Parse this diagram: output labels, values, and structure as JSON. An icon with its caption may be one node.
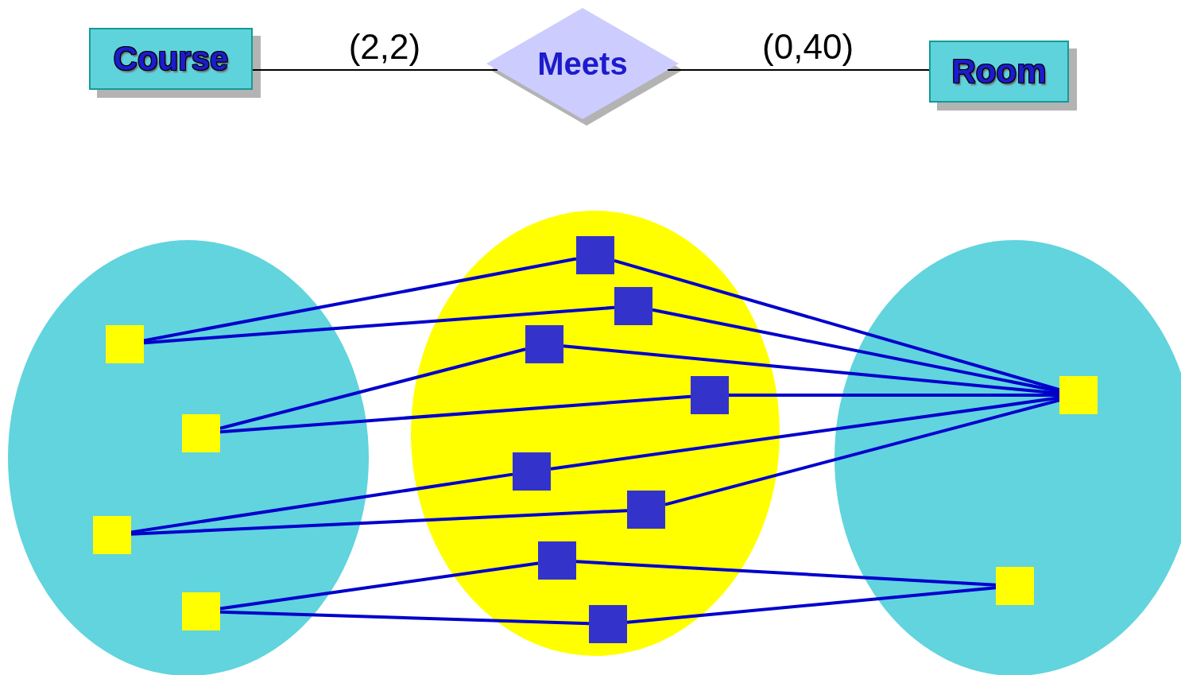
{
  "diagram": {
    "nodes": [
      {
        "text": [
          "Course"
        ]
      },
      {
        "text": [
          "Meets"
        ]
      },
      {
        "text": [
          "Room"
        ]
      },
      {
        "text": [],
        "shape": "ellipse"
      },
      {
        "text": [],
        "shape": "ellipse"
      },
      {
        "text": [],
        "shape": "ellipse"
      },
      {
        "text": [],
        "shape": "box",
        "in": 3
      },
      {
        "text": [],
        "shape": "box",
        "in": 3
      },
      {
        "text": [],
        "shape": "box",
        "in": 3
      },
      {
        "text": [],
        "shape": "box",
        "in": 3
      },
      {
        "text": [],
        "shape": "box",
        "in": 4
      },
      {
        "text": [],
        "shape": "box",
        "in": 4
      },
      {
        "text": [],
        "shape": "box",
        "in": 4
      },
      {
        "text": [],
        "shape": "box",
        "in": 4
      },
      {
        "text": [],
        "shape": "box",
        "in": 4
      },
      {
        "text": [],
        "shape": "box",
        "in": 4
      },
      {
        "text": [],
        "shape": "box",
        "in": 4
      },
      {
        "text": [],
        "shape": "box",
        "in": 4
      },
      {
        "text": [],
        "shape": "box",
        "in": 5
      },
      {
        "text": [],
        "shape": "box",
        "in": 5
      }
    ],
    "edges": [
      {
        "from": 0,
        "to": 1,
        "arrow": "none",
        "label": "(2,2)",
        "color": "#000000"
      },
      {
        "from": 1,
        "to": 2,
        "arrow": "none",
        "label": "(0,40)",
        "color": "#000000"
      },
      {
        "from": 6,
        "to": 10,
        "arrow": "none"
      },
      {
        "from": 6,
        "to": 11,
        "arrow": "none"
      },
      {
        "from": 7,
        "to": 12,
        "arrow": "none"
      },
      {
        "from": 7,
        "to": 13,
        "arrow": "none"
      },
      {
        "from": 8,
        "to": 14,
        "arrow": "none"
      },
      {
        "from": 8,
        "to": 15,
        "arrow": "none"
      },
      {
        "from": 9,
        "to": 16,
        "arrow": "none"
      },
      {
        "from": 9,
        "to": 17,
        "arrow": "none"
      },
      {
        "from": 10,
        "to": 18,
        "arrow": "none"
      },
      {
        "from": 11,
        "to": 18,
        "arrow": "none"
      },
      {
        "from": 12,
        "to": 18,
        "arrow": "none"
      },
      {
        "from": 13,
        "to": 18,
        "arrow": "none"
      },
      {
        "from": 14,
        "to": 18,
        "arrow": "none"
      },
      {
        "from": 15,
        "to": 18,
        "arrow": "none"
      },
      {
        "from": 16,
        "to": 19,
        "arrow": "none"
      },
      {
        "from": 17,
        "to": 19,
        "arrow": "none"
      }
    ]
  }
}
